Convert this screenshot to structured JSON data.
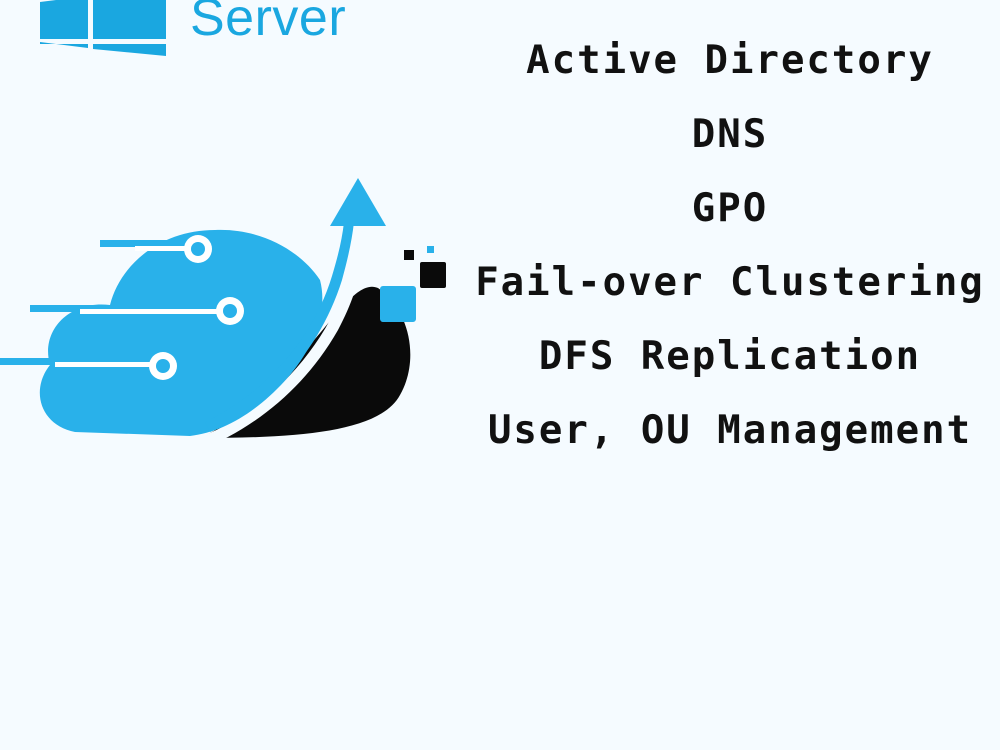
{
  "brand": {
    "product_text": "Server",
    "brand_color": "#1aa7e0"
  },
  "features": [
    "Active Directory",
    "DNS",
    "GPO",
    "Fail-over Clustering",
    "DFS Replication",
    "User, OU Management"
  ],
  "colors": {
    "background": "#f5fbff",
    "cloud_blue": "#29b1ea",
    "cloud_dark": "#0a0a0a",
    "text": "#111111"
  },
  "icons": [
    "windows-logo-icon",
    "cloud-network-icon"
  ]
}
